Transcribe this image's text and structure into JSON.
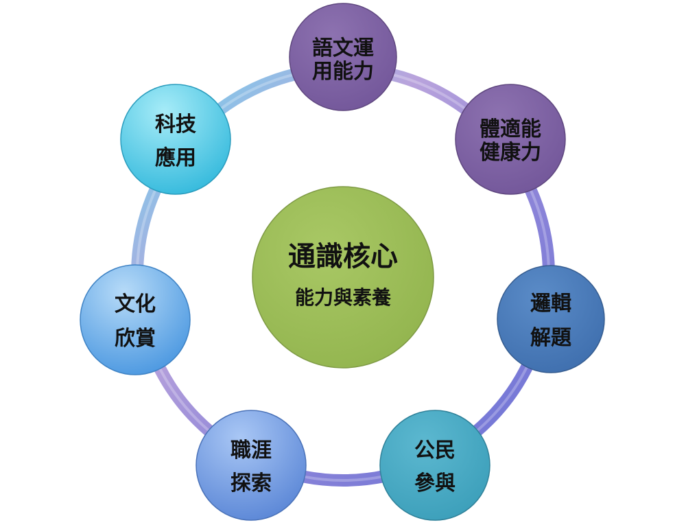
{
  "center": {
    "title": "通識核心",
    "subtitle": "能力與素養",
    "color": "#9bbb59"
  },
  "nodes": [
    {
      "id": "language",
      "lines": [
        "語文運",
        "用能力"
      ],
      "color": "#8064a2"
    },
    {
      "id": "fitness",
      "lines": [
        "體適能",
        "健康力"
      ],
      "color": "#8064a2"
    },
    {
      "id": "logic",
      "lines": [
        "邏輯",
        "解題"
      ],
      "color": "#4f81bd"
    },
    {
      "id": "civic",
      "lines": [
        "公民",
        "參與"
      ],
      "color": "#4bacc6"
    },
    {
      "id": "career",
      "lines": [
        "職涯",
        "探索"
      ],
      "color": "#6e9ee0"
    },
    {
      "id": "culture",
      "lines": [
        "文化",
        "欣賞"
      ],
      "color": "#5aa9e6"
    },
    {
      "id": "tech",
      "lines": [
        "科技",
        "應用"
      ],
      "color": "#4fc6e0"
    }
  ]
}
